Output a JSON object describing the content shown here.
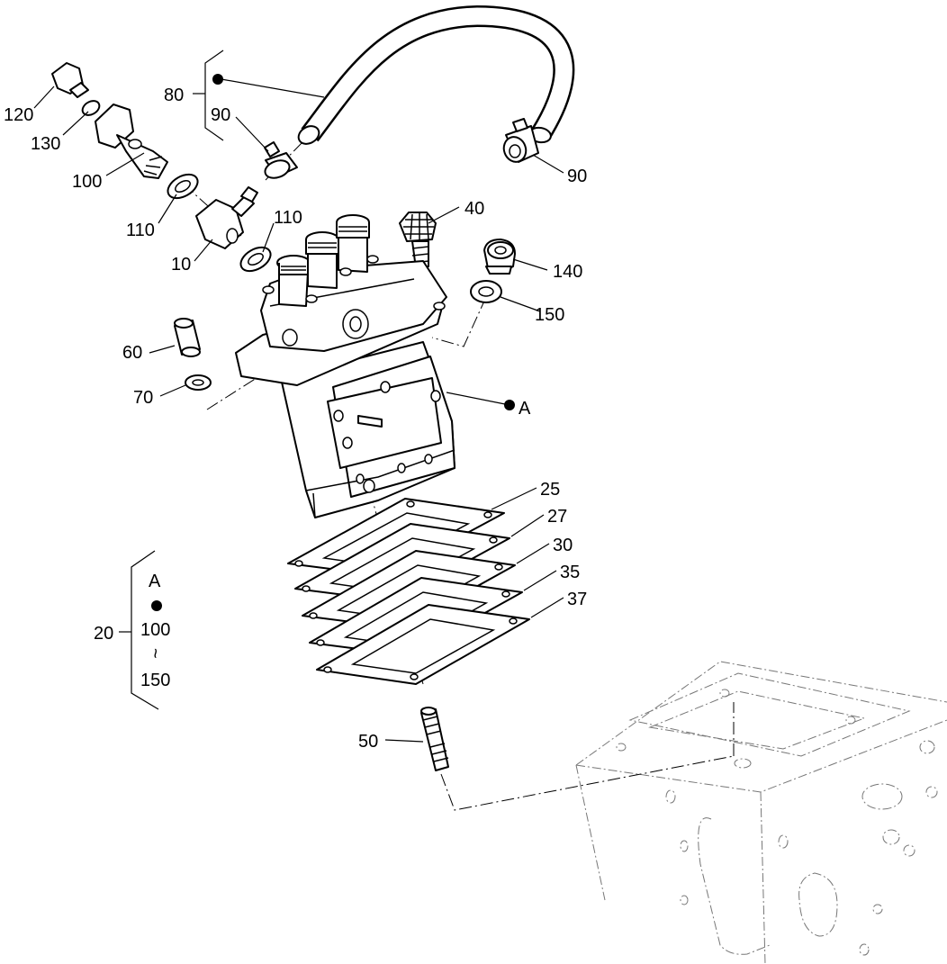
{
  "callouts": {
    "c120": "120",
    "c130": "130",
    "c100": "100",
    "c80": "80",
    "c90a": "90",
    "c90b": "90",
    "c110a": "110",
    "c110b": "110",
    "c10": "10",
    "c40": "40",
    "c140": "140",
    "c150": "150",
    "c60": "60",
    "c70": "70",
    "cA": "A",
    "c25": "25",
    "c27": "27",
    "c30": "30",
    "c35": "35",
    "c37": "37",
    "c50": "50"
  },
  "kit": {
    "number": "20",
    "item_a": "A",
    "range_from": "100",
    "range_sep": "~",
    "range_to": "150"
  }
}
